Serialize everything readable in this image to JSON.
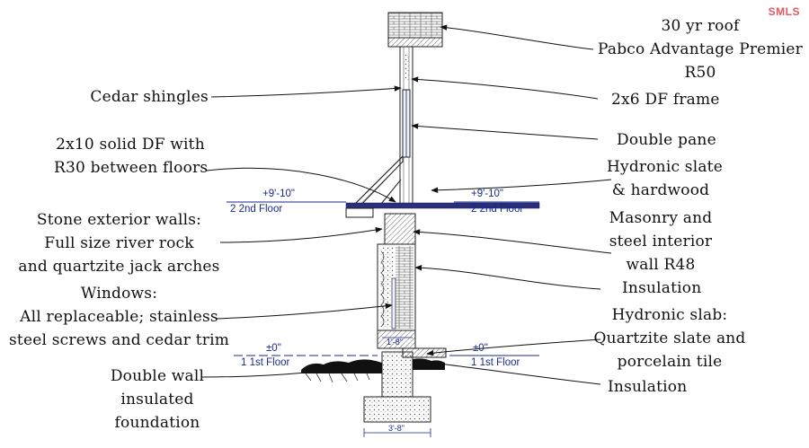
{
  "brand": "SMLS",
  "labels_left": {
    "cedar": "Cedar shingles",
    "solid_df_1": "2x10 solid DF with",
    "solid_df_2": "R30 between floors",
    "stone_1": "Stone exterior walls:",
    "stone_2": "Full size river rock",
    "stone_3": "and quartzite jack arches",
    "windows_1": "Windows:",
    "windows_2": "All replaceable; stainless",
    "windows_3": "steel screws and cedar trim",
    "foundation_1": "Double wall",
    "foundation_2": "insulated",
    "foundation_3": "foundation"
  },
  "labels_right": {
    "roof_1": "30 yr roof",
    "roof_2": "Pabco Advantage Premier",
    "roof_3": "R50",
    "frame": "2x6 DF frame",
    "pane": "Double pane",
    "slate_1": "Hydronic slate",
    "slate_2": "& hardwood",
    "masonry_1": "Masonry and",
    "masonry_2": "steel  interior",
    "masonry_3": "wall R48",
    "insulation_1": "Insulation",
    "slab_1": "Hydronic slab:",
    "slab_2": "Quartzite slate and",
    "slab_3": "porcelain tile",
    "insulation_2": "Insulation"
  },
  "levels": {
    "second_elev": "+9'-10\"",
    "second_name": "2 2nd Floor",
    "first_elev": "±0\"",
    "first_name": "1 1st Floor"
  },
  "dimensions": {
    "wall": "1'-8\"",
    "footing": "3'-8\""
  }
}
